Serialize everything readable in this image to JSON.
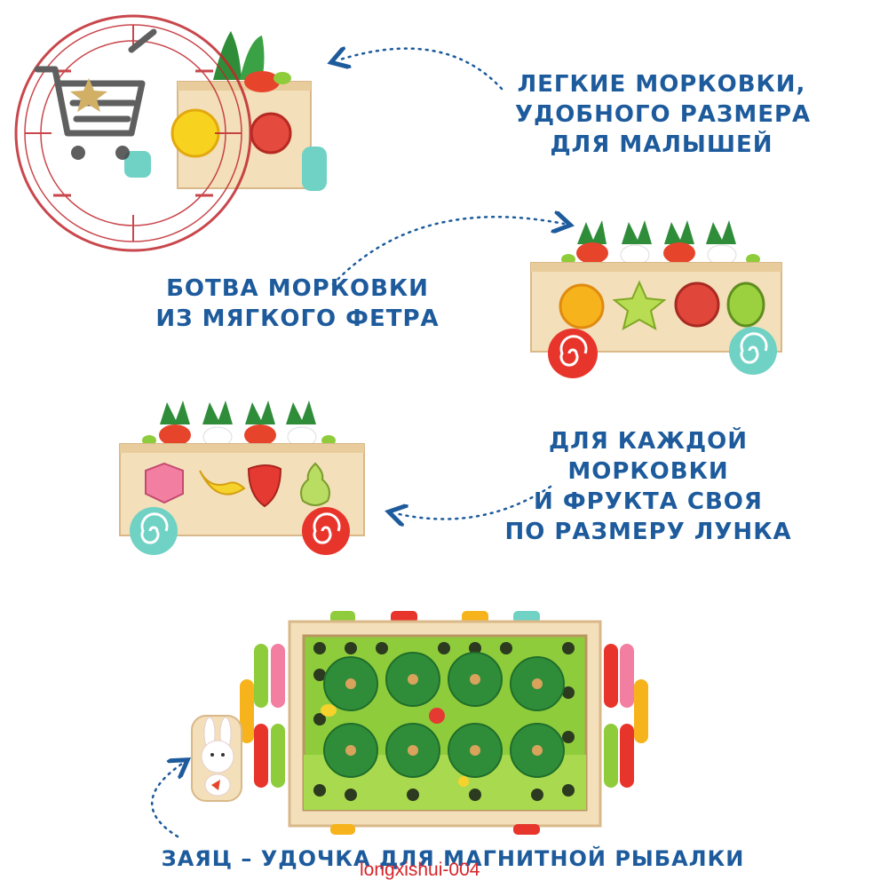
{
  "captions": {
    "light_carrots": [
      "ЛЕГКИЕ МОРКОВКИ,",
      "УДОБНОГО РАЗМЕРА",
      "ДЛЯ МАЛЫШЕЙ"
    ],
    "felt_tops": [
      "БОТВА МОРКОВКИ",
      "ИЗ МЯГКОГО ФЕТРА"
    ],
    "own_hole": [
      "ДЛЯ КАЖДОЙ",
      "МОРКОВКИ",
      "И ФРУКТА СВОЯ",
      "ПО РАЗМЕРУ ЛУНКА"
    ],
    "rabbit": "ЗАЯЦ – УДОЧКА ДЛЯ МАГНИТНОЙ РЫБАЛКИ"
  },
  "watermark": "longxishui-004",
  "colors": {
    "caption": "#1d5b9c",
    "dotted_arrow": "#1d5b9c",
    "wood": "#f3dfb9",
    "wood_edge": "#d9b889",
    "grass": "#8fcc3b",
    "leaf": "#2f8d3a",
    "watermark_red": "#d8242a"
  },
  "icons": [
    "shopping-cart-icon",
    "star-icon",
    "dotted-arrow-icon",
    "carrot-icon",
    "caterpillar-icon",
    "rabbit-icon"
  ]
}
